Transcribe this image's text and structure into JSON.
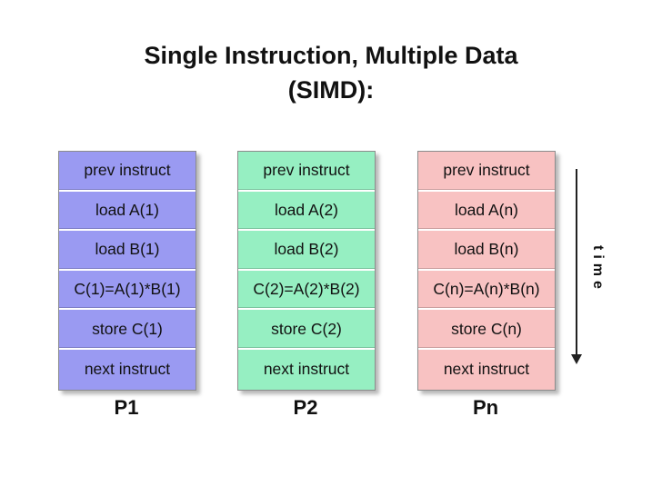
{
  "title": {
    "line1": "Single Instruction, Multiple Data",
    "line2": "(SIMD):"
  },
  "processors": [
    {
      "label": "P1",
      "color": "#9a9af2",
      "rows": [
        "prev instruct",
        "load A(1)",
        "load B(1)",
        "C(1)=A(1)*B(1)",
        "store C(1)",
        "next instruct"
      ]
    },
    {
      "label": "P2",
      "color": "#96efc2",
      "rows": [
        "prev instruct",
        "load A(2)",
        "load B(2)",
        "C(2)=A(2)*B(2)",
        "store C(2)",
        "next instruct"
      ]
    },
    {
      "label": "Pn",
      "color": "#f8c2c2",
      "rows": [
        "prev instruct",
        "load A(n)",
        "load B(n)",
        "C(n)=A(n)*B(n)",
        "store C(n)",
        "next instruct"
      ]
    }
  ],
  "time_axis": {
    "label": "time",
    "icon": "down-arrow-icon"
  }
}
